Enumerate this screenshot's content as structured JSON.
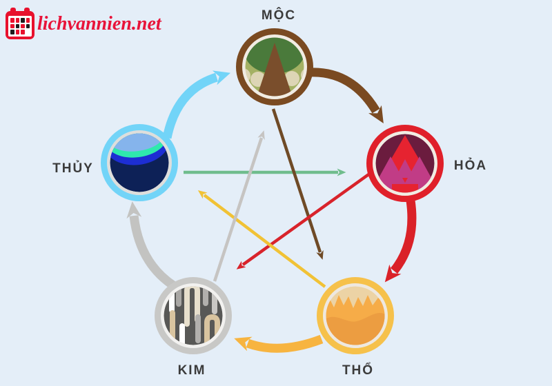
{
  "background_color": "#e4eef8",
  "logo": {
    "text": "lichvannien.net",
    "color": "#e8143a",
    "icon": "calendar-icon"
  },
  "diagram": {
    "title": "Five elements (Ngu Hanh) generating and overcoming cycles",
    "label_color": "#3b3b3b",
    "elements": [
      {
        "id": "moc",
        "label": "MỘC",
        "element": "wood",
        "icon": "tree-icon",
        "ring_color": "#7a4a21"
      },
      {
        "id": "hoa",
        "label": "HỎA",
        "element": "fire",
        "icon": "flame-icon",
        "ring_color": "#e0202a"
      },
      {
        "id": "tho",
        "label": "THỔ",
        "element": "earth",
        "icon": "soil-layers-icon",
        "ring_color": "#f6c14b"
      },
      {
        "id": "kim",
        "label": "KIM",
        "element": "metal",
        "icon": "metal-bars-icon",
        "ring_color": "#c8c8c6"
      },
      {
        "id": "thuy",
        "label": "THỦY",
        "element": "water",
        "icon": "water-waves-icon",
        "ring_color": "#72d4f8"
      }
    ],
    "generating_cycle": [
      {
        "from": "THỦY",
        "to": "MỘC",
        "color": "#72d4f8"
      },
      {
        "from": "MỘC",
        "to": "HỎA",
        "color": "#7a4a21"
      },
      {
        "from": "HỎA",
        "to": "THỔ",
        "color": "#da2128"
      },
      {
        "from": "THỔ",
        "to": "KIM",
        "color": "#f7b440"
      },
      {
        "from": "KIM",
        "to": "THỦY",
        "color": "#c3c3c1"
      }
    ],
    "overcoming_cycle": [
      {
        "from": "THỦY",
        "to": "HỎA",
        "color": "#70bd8d"
      },
      {
        "from": "MỘC",
        "to": "THỔ",
        "color": "#6f4a26"
      },
      {
        "from": "HỎA",
        "to": "KIM",
        "color": "#d8232b"
      },
      {
        "from": "THỔ",
        "to": "THỦY",
        "color": "#f1c235"
      },
      {
        "from": "KIM",
        "to": "MỘC",
        "color": "#c6c4c2"
      }
    ]
  }
}
